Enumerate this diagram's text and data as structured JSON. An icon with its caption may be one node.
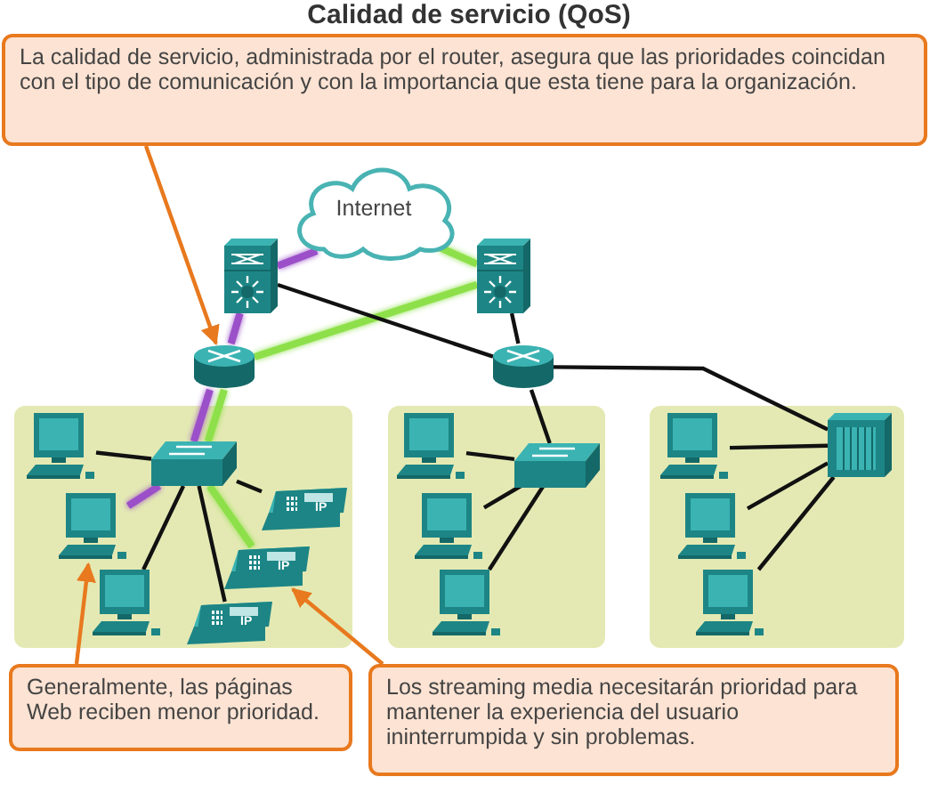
{
  "diagram": {
    "title": "Calidad de servicio (QoS)",
    "nodes": [
      {
        "text": [
          "La calidad de servicio, administrada por el router, asegura que las prioridades coincidan con el tipo de comunicación y con la importancia que esta tiene para la organización."
        ]
      },
      {
        "text": [
          "Internet"
        ]
      },
      {
        "text": [],
        "shape": "switch"
      },
      {
        "text": [],
        "shape": "switch"
      },
      {
        "text": [],
        "shape": "router"
      },
      {
        "text": [],
        "shape": "router"
      },
      {
        "text": [],
        "shape": "box"
      },
      {
        "text": [],
        "shape": "switch",
        "in": 6
      },
      {
        "text": [],
        "shape": "computer",
        "in": 6
      },
      {
        "text": [],
        "shape": "computer",
        "in": 6
      },
      {
        "text": [],
        "shape": "computer",
        "in": 6
      },
      {
        "text": [
          "IP"
        ],
        "in": 6
      },
      {
        "text": [
          "IP"
        ],
        "in": 6
      },
      {
        "text": [
          "IP"
        ],
        "in": 6
      },
      {
        "text": [],
        "shape": "box"
      },
      {
        "text": [],
        "shape": "switch",
        "in": 14
      },
      {
        "text": [],
        "shape": "computer",
        "in": 14
      },
      {
        "text": [],
        "shape": "computer",
        "in": 14
      },
      {
        "text": [],
        "shape": "computer",
        "in": 14
      },
      {
        "text": [],
        "shape": "box"
      },
      {
        "text": [],
        "shape": "server",
        "in": 19
      },
      {
        "text": [],
        "shape": "computer",
        "in": 19
      },
      {
        "text": [],
        "shape": "computer",
        "in": 19
      },
      {
        "text": [],
        "shape": "computer",
        "in": 19
      },
      {
        "text": [
          "Generalmente, las páginas Web reciben menor prioridad."
        ]
      },
      {
        "text": [
          "Los streaming media necesitarán prioridad para mantener la experiencia del usuario ininterrumpida y sin problemas."
        ]
      }
    ],
    "edges": [
      {
        "from": 1,
        "to": 2,
        "arrow": "none",
        "style": "thick",
        "color": "#9b4fc8"
      },
      {
        "from": 1,
        "to": 3,
        "arrow": "none",
        "style": "thick",
        "color": "#8ee04a"
      },
      {
        "from": 2,
        "to": 4,
        "arrow": "none",
        "style": "thick",
        "color": "#9b4fc8"
      },
      {
        "from": 3,
        "to": 4,
        "arrow": "none",
        "style": "thick",
        "color": "#8ee04a"
      },
      {
        "from": 2,
        "to": 5,
        "arrow": "none"
      },
      {
        "from": 3,
        "to": 5,
        "arrow": "none"
      },
      {
        "from": 4,
        "to": 7,
        "arrow": "none",
        "style": "thick",
        "color": "#9b4fc8"
      },
      {
        "from": 4,
        "to": 7,
        "arrow": "none",
        "style": "thick",
        "color": "#8ee04a"
      },
      {
        "from": 5,
        "to": 15,
        "arrow": "none"
      },
      {
        "from": 5,
        "to": 20,
        "arrow": "none"
      },
      {
        "from": 7,
        "to": 8,
        "arrow": "none"
      },
      {
        "from": 7,
        "to": 9,
        "arrow": "none",
        "style": "thick",
        "color": "#9b4fc8"
      },
      {
        "from": 7,
        "to": 10,
        "arrow": "none"
      },
      {
        "from": 7,
        "to": 11,
        "arrow": "none"
      },
      {
        "from": 7,
        "to": 12,
        "arrow": "none",
        "style": "thick",
        "color": "#8ee04a"
      },
      {
        "from": 7,
        "to": 13,
        "arrow": "none"
      },
      {
        "from": 15,
        "to": 16,
        "arrow": "none"
      },
      {
        "from": 15,
        "to": 17,
        "arrow": "none"
      },
      {
        "from": 15,
        "to": 18,
        "arrow": "none"
      },
      {
        "from": 20,
        "to": 21,
        "arrow": "none"
      },
      {
        "from": 20,
        "to": 22,
        "arrow": "none"
      },
      {
        "from": 20,
        "to": 23,
        "arrow": "none"
      },
      {
        "from": 0,
        "to": 4,
        "arrow": "to",
        "color": "#e8791e"
      },
      {
        "from": 24,
        "to": 9,
        "arrow": "to",
        "color": "#e8791e"
      },
      {
        "from": 25,
        "to": 12,
        "arrow": "to",
        "color": "#e8791e"
      }
    ]
  }
}
